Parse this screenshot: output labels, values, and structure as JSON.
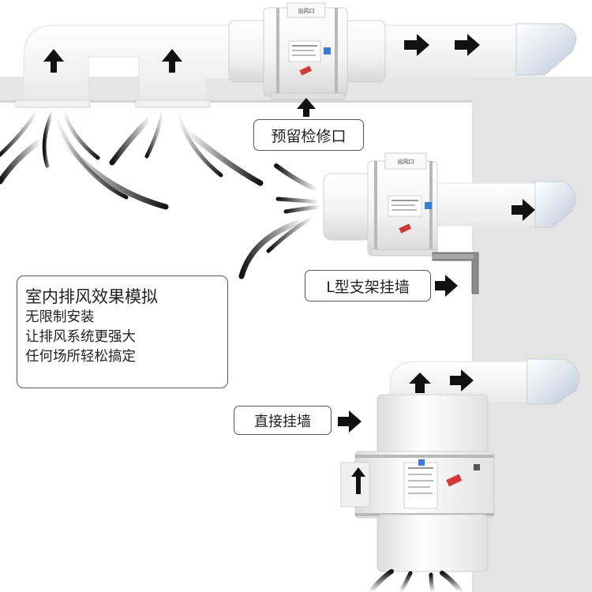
{
  "labels": {
    "access_port": "预留检修口",
    "bracket_mount": "L型支架挂墙",
    "direct_mount": "直接挂墙"
  },
  "info_box": {
    "title": "室内排风效果模拟",
    "lines": [
      "无限制安装",
      "让排风系统更强大",
      "任何场所轻松搞定"
    ]
  },
  "fan_sticker": {
    "direction_label": "出风口"
  },
  "colors": {
    "wall_gray": "#e4e4e4",
    "duct_white": "#f3f3f3",
    "fan_body": "#f7f7f7",
    "arrow_black": "#111111",
    "sticker_red": "#d23a3a",
    "sticker_blue": "#3a7bd5"
  }
}
